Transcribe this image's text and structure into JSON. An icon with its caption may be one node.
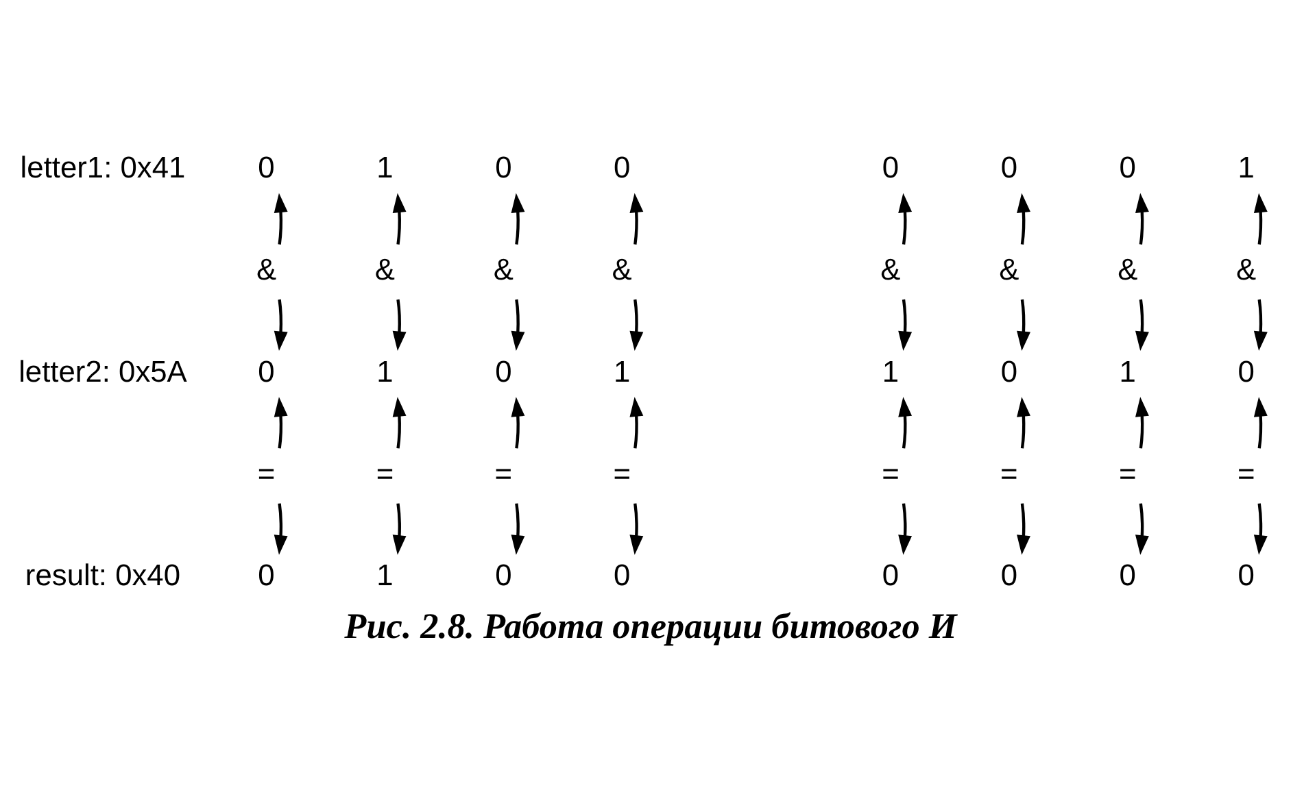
{
  "diagram": {
    "caption": "Рис. 2.8. Работа операции битового И",
    "nodes": [
      {
        "text": [
          "0"
        ]
      },
      {
        "text": [
          "1"
        ]
      },
      {
        "text": [
          "0"
        ]
      },
      {
        "text": [
          "0"
        ]
      },
      {
        "text": [
          "0"
        ]
      },
      {
        "text": [
          "0"
        ]
      },
      {
        "text": [
          "0"
        ]
      },
      {
        "text": [
          "1"
        ]
      },
      {
        "text": [
          "&"
        ]
      },
      {
        "text": [
          "&"
        ]
      },
      {
        "text": [
          "&"
        ]
      },
      {
        "text": [
          "&"
        ]
      },
      {
        "text": [
          "&"
        ]
      },
      {
        "text": [
          "&"
        ]
      },
      {
        "text": [
          "&"
        ]
      },
      {
        "text": [
          "&"
        ]
      },
      {
        "text": [
          "0"
        ]
      },
      {
        "text": [
          "1"
        ]
      },
      {
        "text": [
          "0"
        ]
      },
      {
        "text": [
          "1"
        ]
      },
      {
        "text": [
          "1"
        ]
      },
      {
        "text": [
          "0"
        ]
      },
      {
        "text": [
          "1"
        ]
      },
      {
        "text": [
          "0"
        ]
      },
      {
        "text": [
          "="
        ]
      },
      {
        "text": [
          "="
        ]
      },
      {
        "text": [
          "="
        ]
      },
      {
        "text": [
          "="
        ]
      },
      {
        "text": [
          "="
        ]
      },
      {
        "text": [
          "="
        ]
      },
      {
        "text": [
          "="
        ]
      },
      {
        "text": [
          "="
        ]
      },
      {
        "text": [
          "0"
        ]
      },
      {
        "text": [
          "1"
        ]
      },
      {
        "text": [
          "0"
        ]
      },
      {
        "text": [
          "0"
        ]
      },
      {
        "text": [
          "0"
        ]
      },
      {
        "text": [
          "0"
        ]
      },
      {
        "text": [
          "0"
        ]
      },
      {
        "text": [
          "0"
        ]
      }
    ],
    "edges": [
      {
        "from": 8,
        "to": 0,
        "arrow": "to"
      },
      {
        "from": 8,
        "to": 16,
        "arrow": "to"
      },
      {
        "from": 9,
        "to": 1,
        "arrow": "to"
      },
      {
        "from": 9,
        "to": 17,
        "arrow": "to"
      },
      {
        "from": 10,
        "to": 2,
        "arrow": "to"
      },
      {
        "from": 10,
        "to": 18,
        "arrow": "to"
      },
      {
        "from": 11,
        "to": 3,
        "arrow": "to"
      },
      {
        "from": 11,
        "to": 19,
        "arrow": "to"
      },
      {
        "from": 12,
        "to": 4,
        "arrow": "to"
      },
      {
        "from": 12,
        "to": 20,
        "arrow": "to"
      },
      {
        "from": 13,
        "to": 5,
        "arrow": "to"
      },
      {
        "from": 13,
        "to": 21,
        "arrow": "to"
      },
      {
        "from": 14,
        "to": 6,
        "arrow": "to"
      },
      {
        "from": 14,
        "to": 22,
        "arrow": "to"
      },
      {
        "from": 15,
        "to": 7,
        "arrow": "to"
      },
      {
        "from": 15,
        "to": 23,
        "arrow": "to"
      },
      {
        "from": 24,
        "to": 16,
        "arrow": "to"
      },
      {
        "from": 24,
        "to": 32,
        "arrow": "to"
      },
      {
        "from": 25,
        "to": 17,
        "arrow": "to"
      },
      {
        "from": 25,
        "to": 33,
        "arrow": "to"
      },
      {
        "from": 26,
        "to": 18,
        "arrow": "to"
      },
      {
        "from": 26,
        "to": 34,
        "arrow": "to"
      },
      {
        "from": 27,
        "to": 19,
        "arrow": "to"
      },
      {
        "from": 27,
        "to": 35,
        "arrow": "to"
      },
      {
        "from": 28,
        "to": 20,
        "arrow": "to"
      },
      {
        "from": 28,
        "to": 36,
        "arrow": "to"
      },
      {
        "from": 29,
        "to": 21,
        "arrow": "to"
      },
      {
        "from": 29,
        "to": 37,
        "arrow": "to"
      },
      {
        "from": 30,
        "to": 22,
        "arrow": "to"
      },
      {
        "from": 30,
        "to": 38,
        "arrow": "to"
      },
      {
        "from": 31,
        "to": 23,
        "arrow": "to"
      },
      {
        "from": 31,
        "to": 39,
        "arrow": "to"
      }
    ],
    "labels": [
      "letter1: 0x41",
      "letter2: 0x5A",
      "result: 0x40"
    ]
  }
}
